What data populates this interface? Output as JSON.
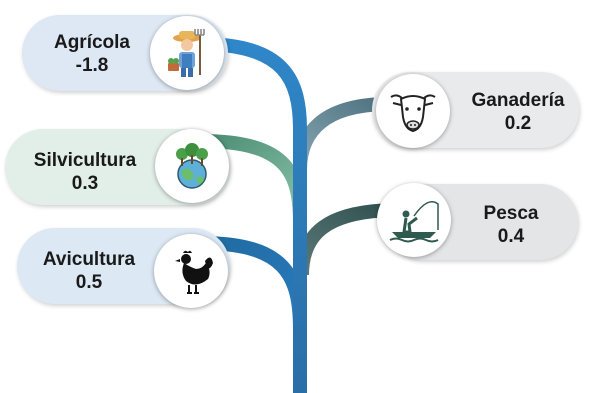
{
  "colors": {
    "agricola_pill": "#dde8f4",
    "silvicultura_pill": "#e2efe9",
    "avicultura_pill": "#dce8f4",
    "ganaderia_pill": "#e8eaec",
    "pesca_pill": "#e4e5e6",
    "trunk_blue": "#2a7bbf",
    "branch_green": "#6aa38a",
    "branch_slate": "#5f7d88",
    "branch_dark": "#3f5c5c"
  },
  "items": [
    {
      "id": "agricola",
      "name": "Agrícola",
      "value": "-1.8",
      "icon": "farmer-icon"
    },
    {
      "id": "ganaderia",
      "name": "Ganadería",
      "value": "0.2",
      "icon": "cow-icon"
    },
    {
      "id": "silvicultura",
      "name": "Silvicultura",
      "value": "0.3",
      "icon": "tree-globe-icon"
    },
    {
      "id": "pesca",
      "name": "Pesca",
      "value": "0.4",
      "icon": "fishing-boat-icon"
    },
    {
      "id": "avicultura",
      "name": "Avicultura",
      "value": "0.5",
      "icon": "hen-icon"
    }
  ]
}
